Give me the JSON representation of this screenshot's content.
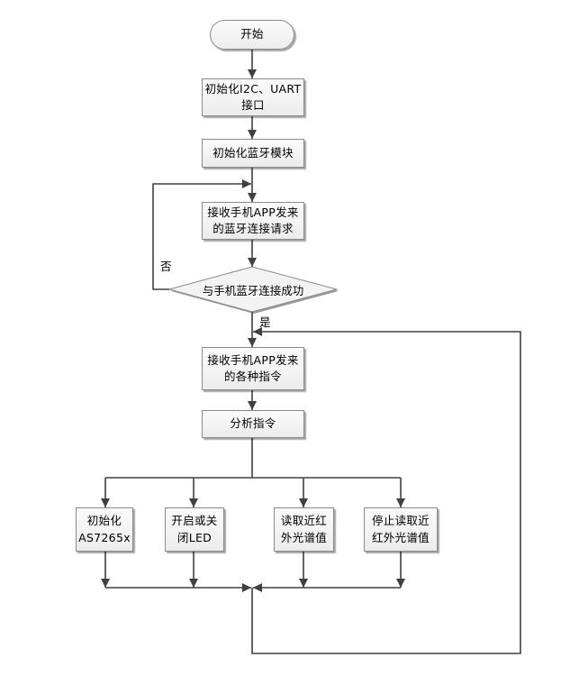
{
  "nodes": {
    "start": "开始",
    "init_interfaces": "初始化I2C、UART\n接口",
    "init_bluetooth": "初始化蓝牙模块",
    "receive_connection_request": "接收手机APP发来\n的蓝牙连接请求",
    "decision_connected": "与手机蓝牙连接成功",
    "receive_commands": "接收手机APP发来\n的各种指令",
    "analyze_commands": "分析指令",
    "init_sensor": "初始化\nAS7265x",
    "toggle_led": "开启或关\n闭LED",
    "read_spectrum": "读取近红\n外光谱值",
    "stop_reading": "停止读取近\n红外光谱值"
  },
  "labels": {
    "no": "否",
    "yes": "是"
  }
}
